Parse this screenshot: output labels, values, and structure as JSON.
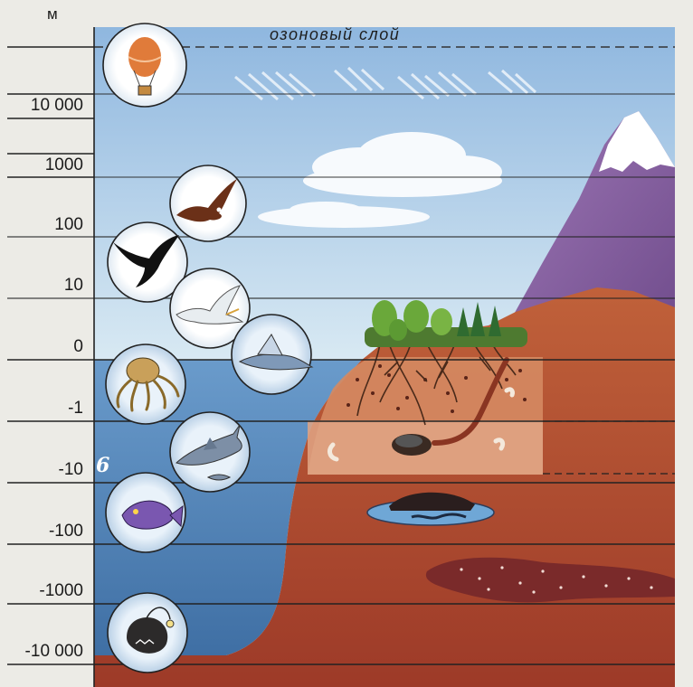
{
  "diagram": {
    "unit_label": "м",
    "ozone_label": "озоновый слой",
    "figure_mark": "6",
    "altitude_labels": [
      "10 000",
      "1000",
      "100",
      "10",
      "0",
      "-1",
      "-10",
      "-100",
      "-1000",
      "-10 000"
    ],
    "organisms": [
      "balloon-icon",
      "eagle-icon",
      "swallow-icon",
      "seagull-icon",
      "flying-fish-icon",
      "octopus-icon",
      "shark-icon",
      "deep-fish-icon",
      "anglerfish-icon"
    ],
    "colors": {
      "sky": "#a8c8e6",
      "sea": "#5d8fc0",
      "mountain": "#8a62a2",
      "snow": "#ffffff",
      "soil_top": "#b4512e",
      "soil_light": "#dc9f80",
      "soil_deep": "#a13b2a",
      "oil": "#7a2a2a",
      "ground_water": "#6fa7d6"
    }
  }
}
